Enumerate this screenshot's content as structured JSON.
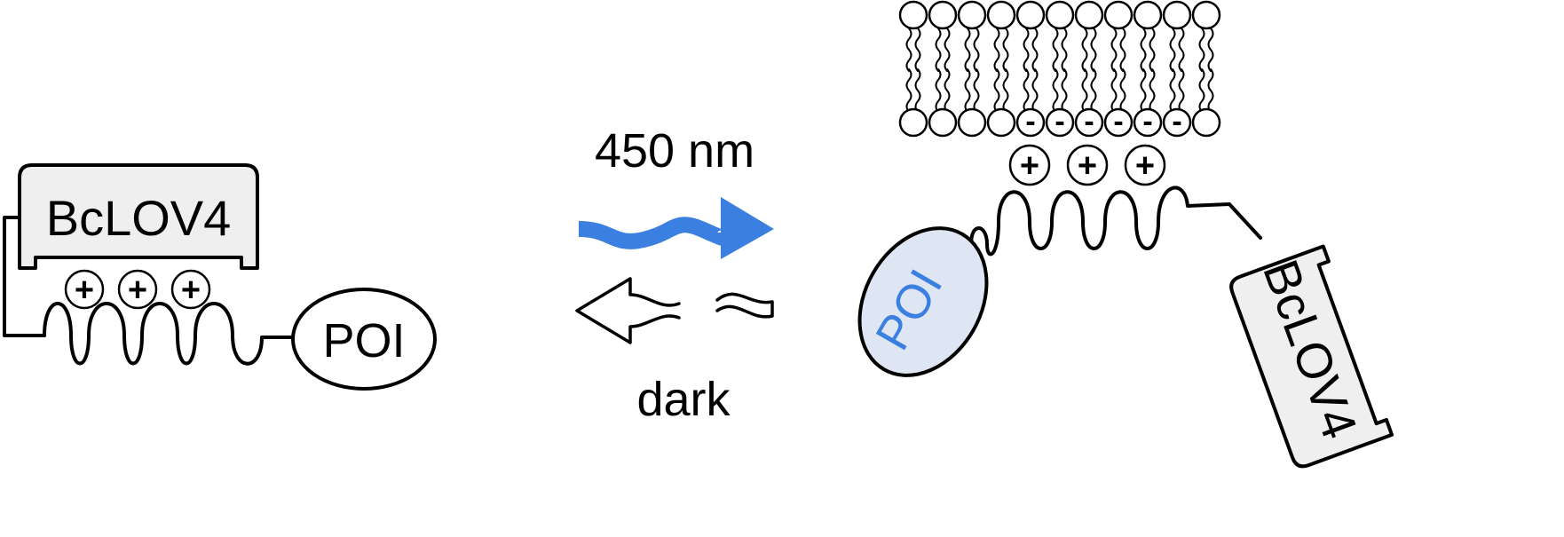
{
  "left": {
    "domain_label": "BcLOV4",
    "poi_label": "POI",
    "charge": "+"
  },
  "middle": {
    "light_label": "450 nm",
    "dark_label": "dark"
  },
  "right": {
    "domain_label": "BcLOV4",
    "poi_label": "POI",
    "charge": "+",
    "membrane_charge": "-"
  },
  "colors": {
    "light_arrow": "#3b7fe0",
    "box_fill": "#efefef",
    "poi_fill_active": "#dfe6f3",
    "poi_text_active": "#3b7fe0"
  }
}
